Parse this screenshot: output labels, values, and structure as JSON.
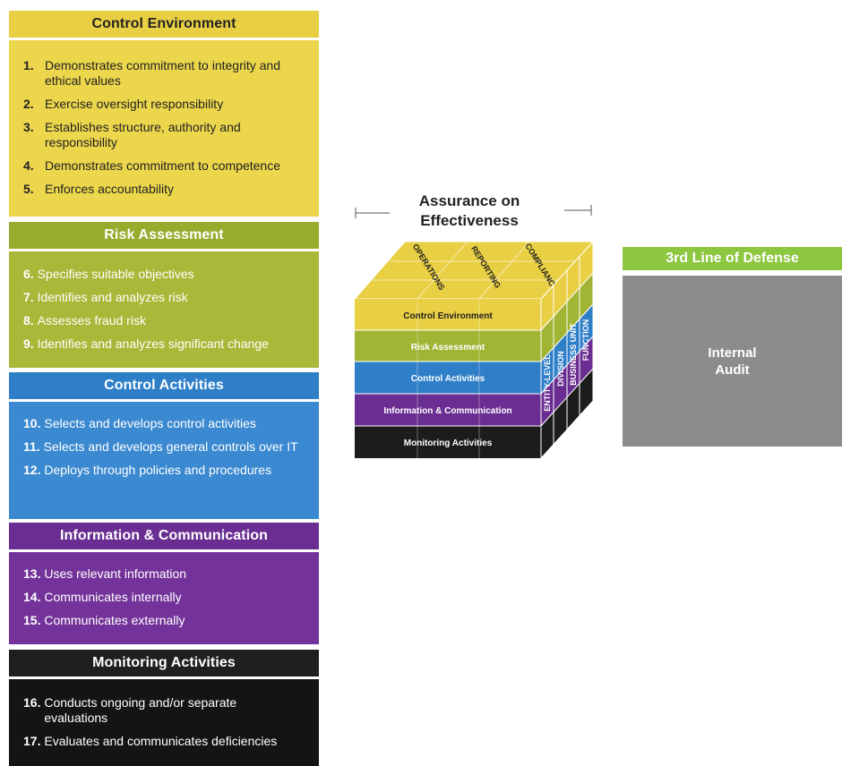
{
  "components": [
    {
      "id": "ce",
      "title": "Control Environment",
      "principles": [
        {
          "num": "1.",
          "text": "Demonstrates commitment to integrity and ethical values"
        },
        {
          "num": "2.",
          "text": "Exercise oversight responsibility"
        },
        {
          "num": "3.",
          "text": "Establishes structure, authority and responsibility"
        },
        {
          "num": "4.",
          "text": "Demonstrates commitment to competence"
        },
        {
          "num": "5.",
          "text": "Enforces accountability"
        }
      ]
    },
    {
      "id": "ra",
      "title": "Risk Assessment",
      "principles": [
        {
          "num": "6.",
          "text": "Specifies suitable objectives"
        },
        {
          "num": "7.",
          "text": "Identifies and analyzes risk"
        },
        {
          "num": "8.",
          "text": "Assesses fraud risk"
        },
        {
          "num": "9.",
          "text": "Identifies and analyzes significant change"
        }
      ]
    },
    {
      "id": "ca",
      "title": "Control Activities",
      "principles": [
        {
          "num": "10.",
          "text": "Selects and develops control activities"
        },
        {
          "num": "11.",
          "text": "Selects and develops general controls over IT"
        },
        {
          "num": "12.",
          "text": "Deploys through policies and procedures"
        }
      ]
    },
    {
      "id": "ic",
      "title": "Information & Communication",
      "principles": [
        {
          "num": "13.",
          "text": "Uses relevant information"
        },
        {
          "num": "14.",
          "text": "Communicates internally"
        },
        {
          "num": "15.",
          "text": "Communicates externally"
        }
      ]
    },
    {
      "id": "ma",
      "title": "Monitoring Activities",
      "principles": [
        {
          "num": "16.",
          "text": "Conducts ongoing and/or separate evaluations"
        },
        {
          "num": "17.",
          "text": "Evaluates and communicates deficiencies"
        }
      ]
    }
  ],
  "cube": {
    "title_line1": "Assurance on",
    "title_line2": "Effectiveness",
    "top_labels": [
      "OPERATIONS",
      "REPORTING",
      "COMPLIANCE"
    ],
    "front_rows": [
      {
        "label": "Control Environment",
        "color": "#e9cf43",
        "text_color": "#222222"
      },
      {
        "label": "Risk Assessment",
        "color": "#a2b434",
        "text_color": "#ffffff"
      },
      {
        "label": "Control Activities",
        "color": "#2f7fc8",
        "text_color": "#ffffff"
      },
      {
        "label": "Information & Communication",
        "color": "#6a2d91",
        "text_color": "#ffffff"
      },
      {
        "label": "Monitoring Activities",
        "color": "#1c1c1c",
        "text_color": "#ffffff"
      }
    ],
    "side_labels": [
      "ENTITY-LEVEL",
      "DIVISION",
      "BUSINESS UNIT",
      "FUNCTION"
    ],
    "top_color": "#e9cf43"
  },
  "third_line": {
    "title": "3rd Line of Defense",
    "box_label": "Internal Audit"
  },
  "colors": {
    "green_header": "#8dc63f",
    "audit_gray": "#8c8c8c"
  }
}
